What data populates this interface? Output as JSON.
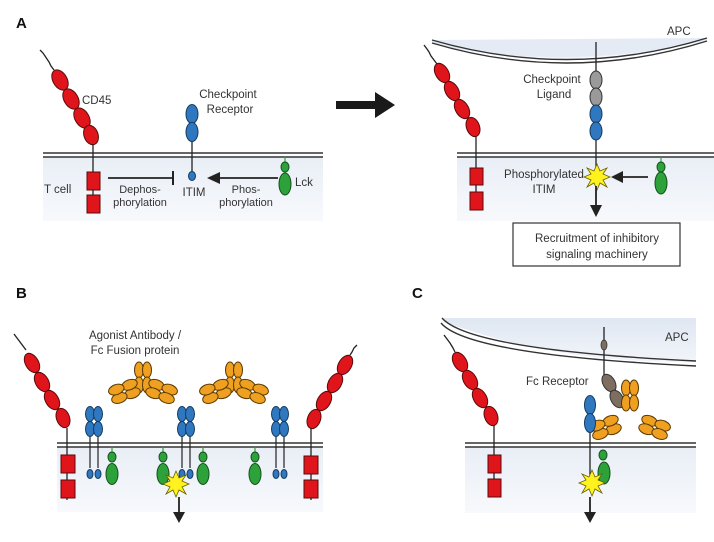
{
  "colors": {
    "cd45": "#e0141b",
    "receptor": "#2f78c0",
    "ligand": "#9a9a9a",
    "lck": "#2ea23a",
    "antibody": "#f0a020",
    "fc_receptor": "#7d6e60",
    "star": "#fff21e",
    "cytoplasm": "#eef2f8",
    "apc_fill": "#e8eef6",
    "stroke": "#2a2a2a"
  },
  "panels": {
    "a": {
      "label": "A",
      "left": {
        "cd45_label": "CD45",
        "receptor_label_1": "Checkpoint",
        "receptor_label_2": "Receptor",
        "cell_label": "T cell",
        "dephos_label_1": "Dephos-",
        "dephos_label_2": "phorylation",
        "itim_label": "ITIM",
        "phos_label_1": "Phos-",
        "phos_label_2": "phorylation",
        "lck_label": "Lck"
      },
      "right": {
        "apc_label": "APC",
        "ligand_label_1": "Checkpoint",
        "ligand_label_2": "Ligand",
        "phospho_label_1": "Phosphorylated",
        "phospho_label_2": "ITIM",
        "outcome_line_1": "Recruitment of inhibitory",
        "outcome_line_2": "signaling machinery"
      }
    },
    "b": {
      "label": "B",
      "antibody_label_1": "Agonist Antibody /",
      "antibody_label_2": "Fc Fusion protein"
    },
    "c": {
      "label": "C",
      "apc_label": "APC",
      "fc_receptor_label": "Fc Receptor"
    }
  }
}
